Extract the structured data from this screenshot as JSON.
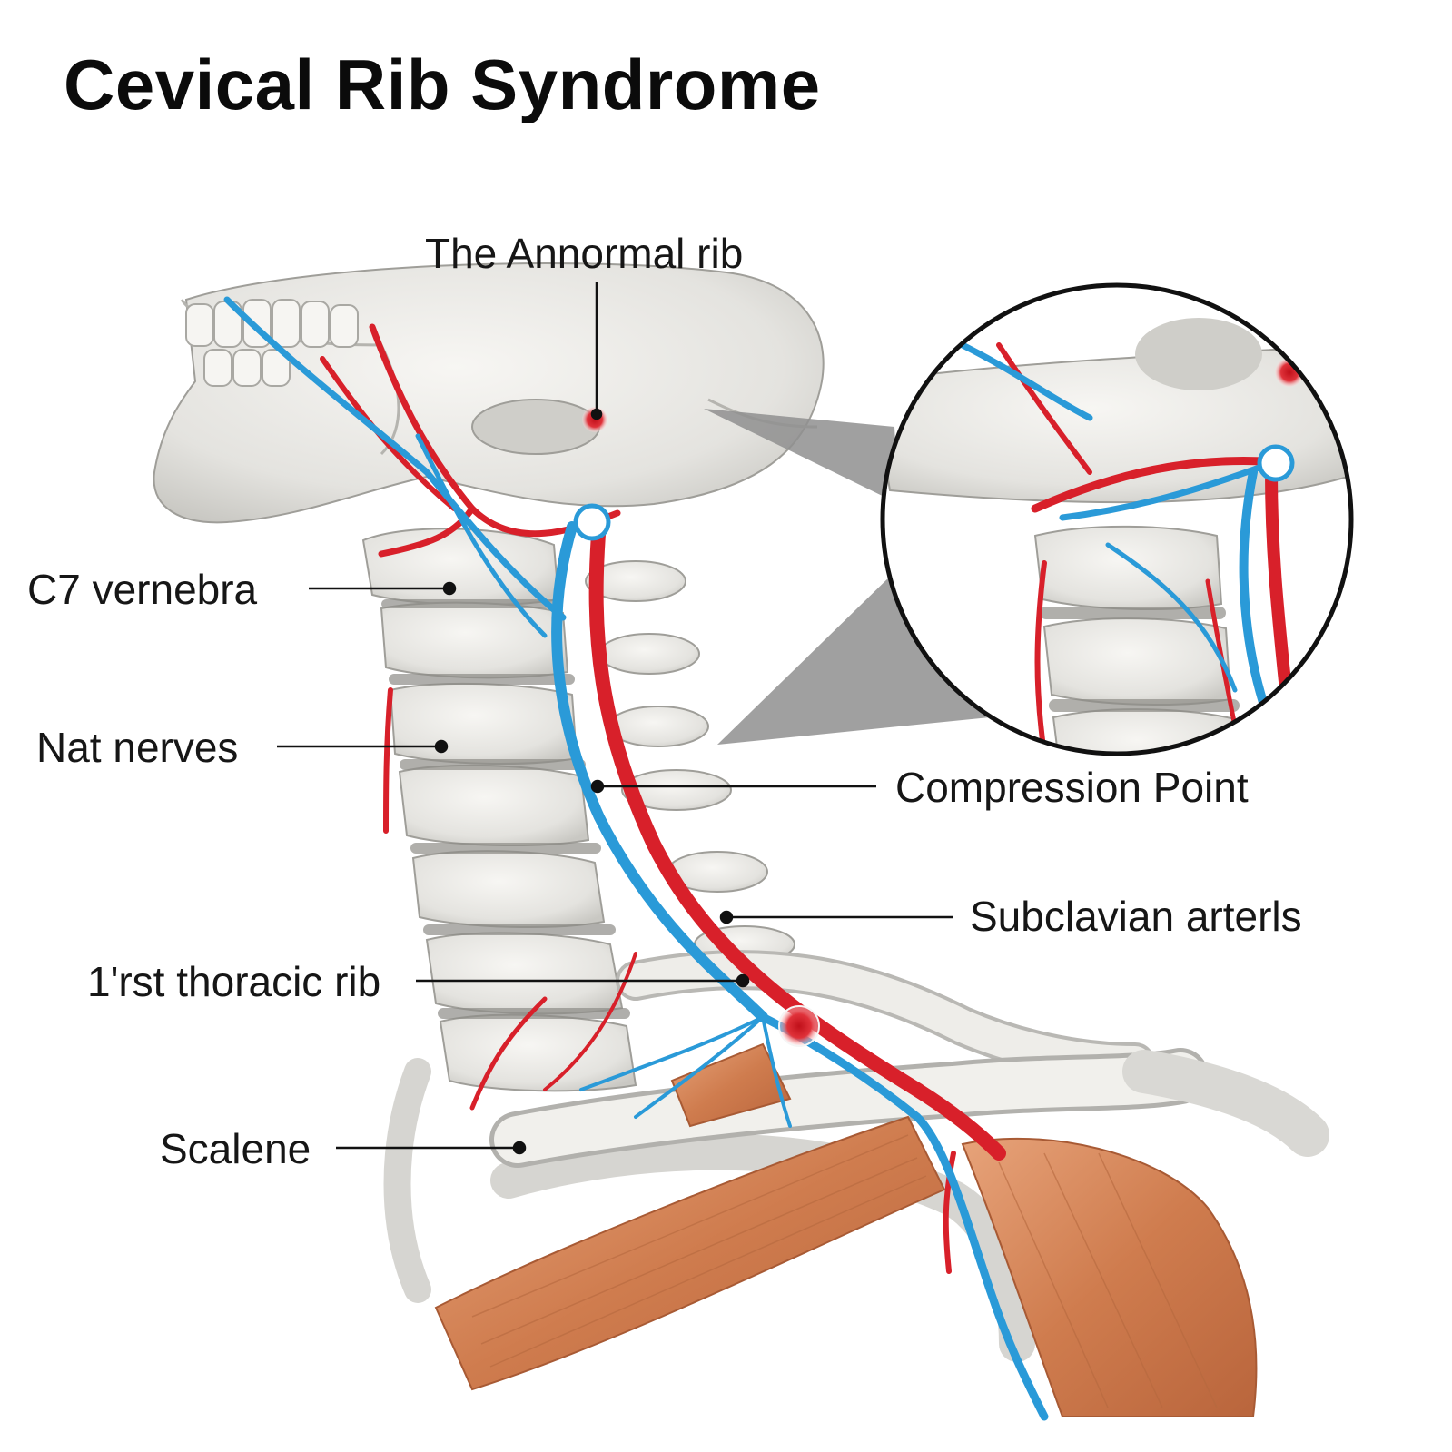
{
  "title": "Cevical Rib Syndrome",
  "labels": {
    "abnormal_rib": "The Annormal rib",
    "c7_vertebra": "C7 vernebra",
    "nat_nerves": "Nat nerves",
    "compression_point": "Compression Point",
    "subclavian_artery": "Subclavian arterls",
    "first_thoracic_rib": "1'rst thoracic rib",
    "scalene": "Scalene"
  },
  "colors": {
    "artery": "#d8202a",
    "nerve": "#2a9ad8",
    "bone": "#ecebe8",
    "bone_shadow": "#b9b8b4",
    "muscle": "#d98a5c",
    "lesion": "#d41c24",
    "leader": "#111111"
  }
}
